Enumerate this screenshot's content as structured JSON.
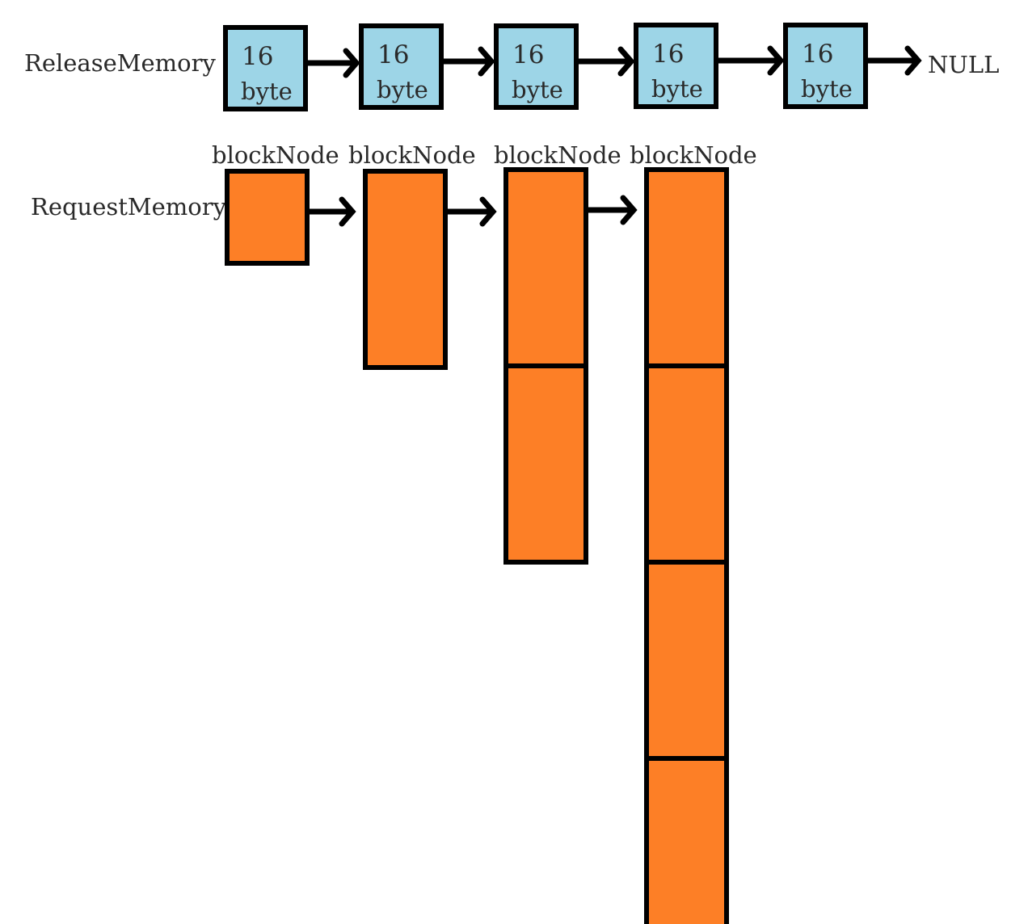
{
  "colors": {
    "free_block_fill": "#9dd5e7",
    "allocated_block_fill": "#fd7f26",
    "stroke": "#000000",
    "text": "#2a2a2a"
  },
  "release_memory": {
    "label": "ReleaseMemory",
    "blocks": [
      {
        "size": "16",
        "unit": "byte"
      },
      {
        "size": "16",
        "unit": "byte"
      },
      {
        "size": "16",
        "unit": "byte"
      },
      {
        "size": "16",
        "unit": "byte"
      },
      {
        "size": "16",
        "unit": "byte"
      }
    ],
    "terminator": "NULL"
  },
  "request_memory": {
    "label": "RequestMemory",
    "nodes": [
      {
        "label": "blockNode",
        "segments": 1
      },
      {
        "label": "blockNode",
        "segments": 2
      },
      {
        "label": "blockNode",
        "segments": 4
      },
      {
        "label": "blockNode",
        "segments": 8
      }
    ]
  }
}
